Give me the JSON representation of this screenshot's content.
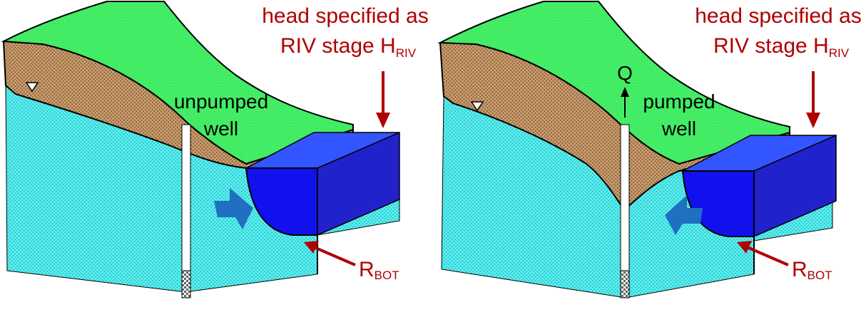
{
  "panels": [
    {
      "id": "unpumped",
      "well_label_line1": "unpumped",
      "well_label_line2": "well",
      "head_line1": "head specified as",
      "head_line2_prefix": "RIV stage H",
      "head_line2_sub": "RIV",
      "rbot_prefix": "R",
      "rbot_sub": "BOT",
      "flow_direction": "toward-river"
    },
    {
      "id": "pumped",
      "well_label_line1": "pumped",
      "well_label_line2": "well",
      "q_label": "Q",
      "head_line1": "head specified as",
      "head_line2_prefix": "RIV stage H",
      "head_line2_sub": "RIV",
      "rbot_prefix": "R",
      "rbot_sub": "BOT",
      "flow_direction": "toward-well"
    }
  ],
  "colors": {
    "grass": "#44ee66",
    "soil": "#c89a6a",
    "water_table_aquifer": "#55eeee",
    "river_top": "#3355ff",
    "river_front": "#1111ee",
    "river_side": "#2222cc",
    "flow_arrow": "#1f70c0",
    "label_red": "#b00000"
  },
  "icons": [
    "water-table-triangle-icon",
    "flow-arrow-icon",
    "down-arrow-icon",
    "up-arrow-icon"
  ]
}
